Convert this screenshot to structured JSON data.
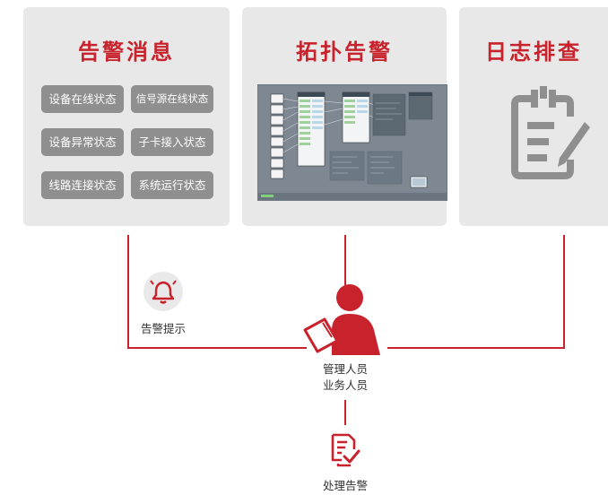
{
  "cards": {
    "alarm_messages": {
      "title": "告警消息",
      "items": [
        "设备在线状态",
        "信号源在线状态",
        "设备异常状态",
        "子卡接入状态",
        "线路连接状态",
        "系统运行状态"
      ]
    },
    "topology_alarm": {
      "title": "拓扑告警"
    },
    "log_check": {
      "title": "日志排查",
      "icon": "clipboard-pen-icon"
    }
  },
  "alert_prompt": {
    "label": "告警提示",
    "icon": "bell-icon"
  },
  "person": {
    "line1": "管理人员",
    "line2": "业务人员",
    "icon": "person-with-clipboard-icon"
  },
  "handle": {
    "label": "处理告警",
    "icon": "document-check-icon"
  },
  "colors": {
    "accent": "#c8222c",
    "card": "#e8e8e8",
    "chip": "#8f8f8f"
  }
}
